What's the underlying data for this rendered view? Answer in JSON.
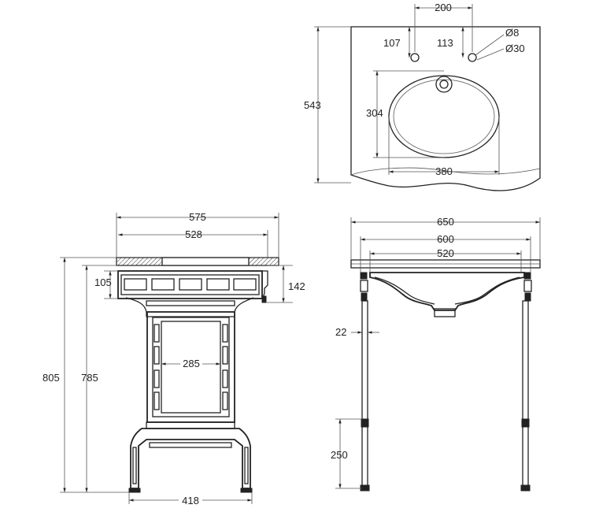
{
  "top_view": {
    "dims": {
      "tap_spacing": "200",
      "left_hole_offset": "107",
      "right_hole_offset": "113",
      "hole_small_dia": "Ø8",
      "hole_large_dia": "Ø30",
      "depth": "543",
      "bowl_depth": "304",
      "bowl_width": "380"
    }
  },
  "side_view": {
    "dims": {
      "top_depth": "575",
      "inner_depth": "528",
      "apron_height": "105",
      "side_offset": "142",
      "overall_height": "805",
      "stand_height": "785",
      "frame_width": "285",
      "base_width": "418"
    }
  },
  "front_view": {
    "dims": {
      "overall_width": "650",
      "stand_width": "600",
      "basin_width": "520",
      "leg_diameter": "22",
      "shelf_height": "250"
    }
  }
}
